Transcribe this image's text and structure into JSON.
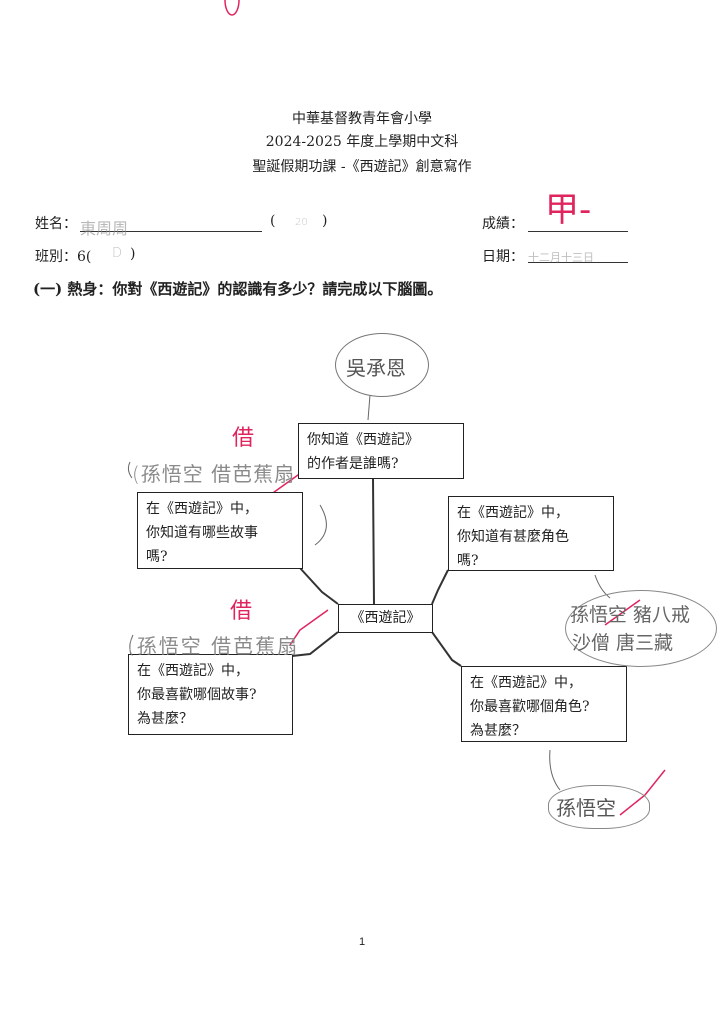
{
  "header": {
    "school": "中華基督教青年會小學",
    "term": "2024-2025 年度上學期中文科",
    "assignment": "聖誕假期功課 -《西遊記》創意寫作"
  },
  "fields": {
    "name_label": "姓名：",
    "name_value": "東周周",
    "number_open": "(",
    "number_value": "20",
    "number_close": ")",
    "grade_label": "成績：",
    "grade_value": "甲-",
    "class_label": "班別：6(",
    "class_value": "D",
    "class_close": ")",
    "date_label": "日期：",
    "date_value": "十二月十三日"
  },
  "section": {
    "heading": "(一) 熱身：你對《西遊記》的認識有多少？請完成以下腦圖。"
  },
  "mindmap": {
    "center": "《西遊記》",
    "author_q": [
      "你知道《西遊記》",
      "的作者是誰嗎?"
    ],
    "stories_q": [
      "在《西遊記》中，",
      "你知道有哪些故事",
      "嗎?"
    ],
    "characters_q": [
      "在《西遊記》中，",
      "你知道有甚麼角色",
      "嗎?"
    ],
    "fav_story_q": [
      "在《西遊記》中，",
      "你最喜歡哪個故事?",
      "為甚麼？"
    ],
    "fav_char_q": [
      "在《西遊記》中，",
      "你最喜歡哪個角色?",
      "為甚麼？"
    ]
  },
  "answers": {
    "author": "吳承恩",
    "stories": "(孫悟空 借芭蕉扇",
    "stories_correction": "借",
    "characters_line1": "孫悟空 豬八戒",
    "characters_line2": "沙僧 唐三藏",
    "fav_story": "(孫悟空 借芭蕉扇",
    "fav_story_correction": "借",
    "fav_char": "孫悟空"
  },
  "footer": {
    "page_number": "1"
  }
}
